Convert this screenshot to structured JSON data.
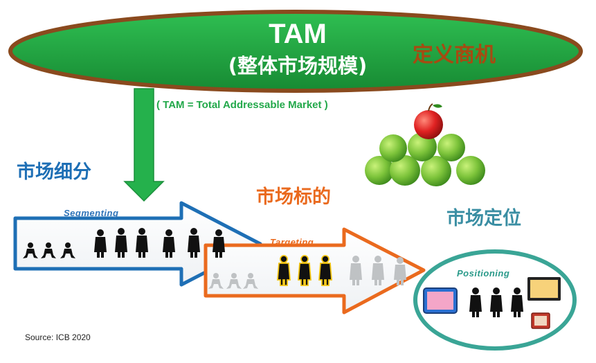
{
  "tam": {
    "title": "TAM",
    "subtitle": "(整体市场规模)",
    "opportunity": "定义商机",
    "definition": "( TAM = Total Addressable Market )"
  },
  "stages": {
    "segmenting": {
      "cn": "市场细分",
      "en": "Segmenting"
    },
    "targeting": {
      "cn": "市场标的",
      "en": "Targeting"
    },
    "positioning": {
      "cn": "市场定位",
      "en": "Positioning"
    }
  },
  "source": "Source: ICB 2020",
  "colors": {
    "ellipse_fill": "#1fa340",
    "ellipse_border": "#8a4a1e",
    "down_arrow": "#25b14c",
    "segmenting": "#1e6fb5",
    "targeting": "#ea6a1e",
    "positioning": "#3a8ea3",
    "opportunity": "#a64b12"
  },
  "icons": [
    "apple-pyramid-icon",
    "people-silhouettes-icon",
    "tv-screen-icon",
    "product-box-icon",
    "tablet-icon"
  ]
}
